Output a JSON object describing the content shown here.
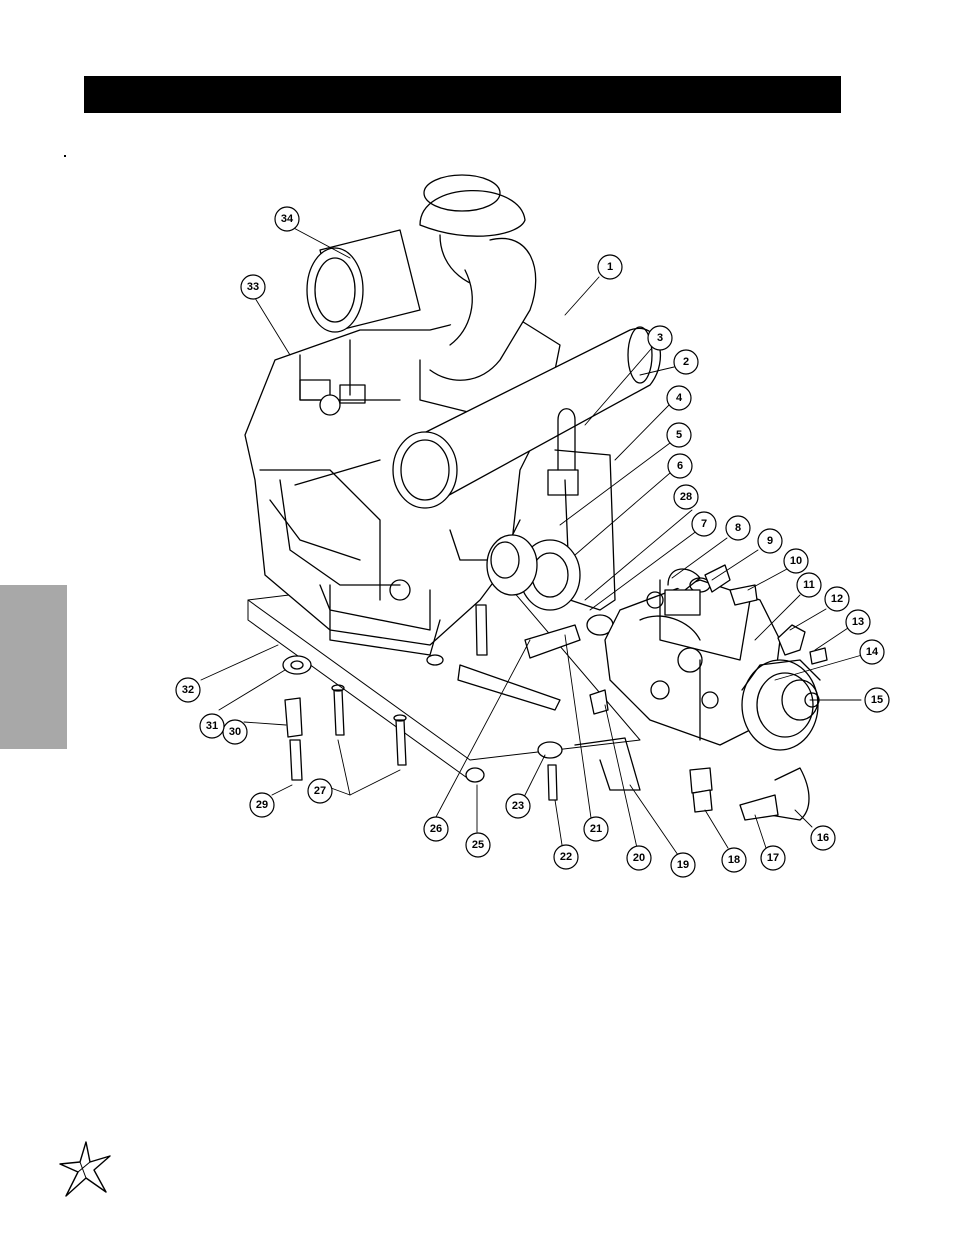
{
  "header": {
    "title": ""
  },
  "diagram": {
    "callouts": [
      "1",
      "2",
      "3",
      "4",
      "5",
      "6",
      "7",
      "8",
      "9",
      "10",
      "11",
      "12",
      "13",
      "14",
      "15",
      "16",
      "17",
      "18",
      "19",
      "20",
      "21",
      "22",
      "23",
      "25",
      "26",
      "27",
      "28",
      "29",
      "30",
      "31",
      "32",
      "33",
      "34"
    ]
  },
  "colors": {
    "bar": "#000000",
    "tab": "#a8a8a8",
    "line": "#000000"
  },
  "logo": {
    "icon": "star-logo-icon"
  }
}
